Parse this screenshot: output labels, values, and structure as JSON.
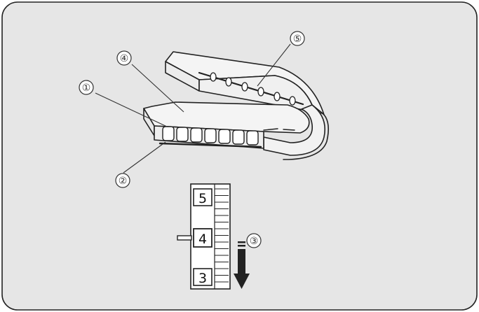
{
  "callouts": {
    "c1": "①",
    "c2": "②",
    "c3": "③",
    "c4": "④",
    "c5": "⑤"
  },
  "dial": {
    "upper": "5",
    "selected": "4",
    "lower": "3"
  },
  "colors": {
    "panel_bg": "#e6e6e6",
    "panel_border": "#222222",
    "fabric": "#f2f2f2",
    "line": "#222222"
  },
  "icons": [
    "down-arrow-icon",
    "stitch-length-dial-icon"
  ]
}
